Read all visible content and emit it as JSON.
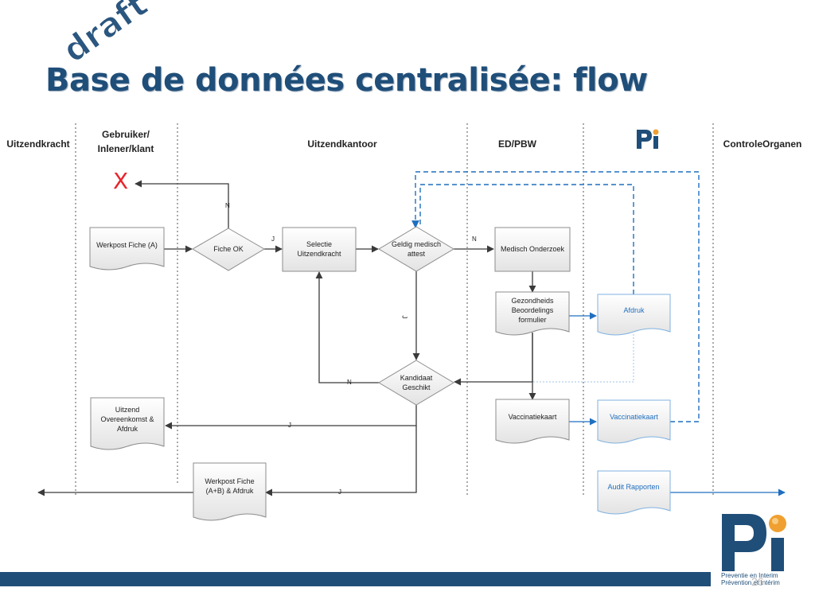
{
  "slide": {
    "title": "Base de données centralisée: flow",
    "stamp": "draft",
    "page_number": "26"
  },
  "lanes": [
    "Uitzendkracht",
    "Gebruiker/ Inlener/klant",
    "Uitzendkantoor",
    "ED/PBW",
    "ControleOrganen"
  ],
  "shapes": {
    "werkpost_a": "Werkpost Fiche (A)",
    "fiche_ok": "Fiche OK",
    "selectie": "Selectie Uitzendkracht",
    "geldig": "Geldig medisch attest",
    "medisch": "Medisch Onderzoek",
    "gezondheid": "Gezondheids Beoordelings formulier",
    "afdruk": "Afdruk",
    "kandidaat": "Kandidaat Geschikt",
    "uitzend": "Uitzend Overeenkomst & Afdruk",
    "vaccinatie": "Vaccinatiekaart",
    "vaccinatie_pi": "Vaccinatiekaart",
    "werkpost_ab": "Werkpost Fiche (A+B) & Afdruk",
    "audit": "Audit Rapporten",
    "reject": "X"
  },
  "edge_labels": {
    "n_ficheok": "N",
    "j_ficheok": "J",
    "n_geldig": "N",
    "j_geldig": "J",
    "n_kandidaat": "N",
    "j_uitzend": "J",
    "j_werkpost": "J"
  },
  "brand": {
    "logo_letters": "Pi",
    "line1": "Preventie en Interim",
    "line2": "Prévention et Intérim"
  },
  "colors": {
    "accent": "#1f4e79",
    "flow_blue": "#1f6fbf",
    "reject_red": "#e8242c",
    "logo_orange": "#f0a030"
  }
}
